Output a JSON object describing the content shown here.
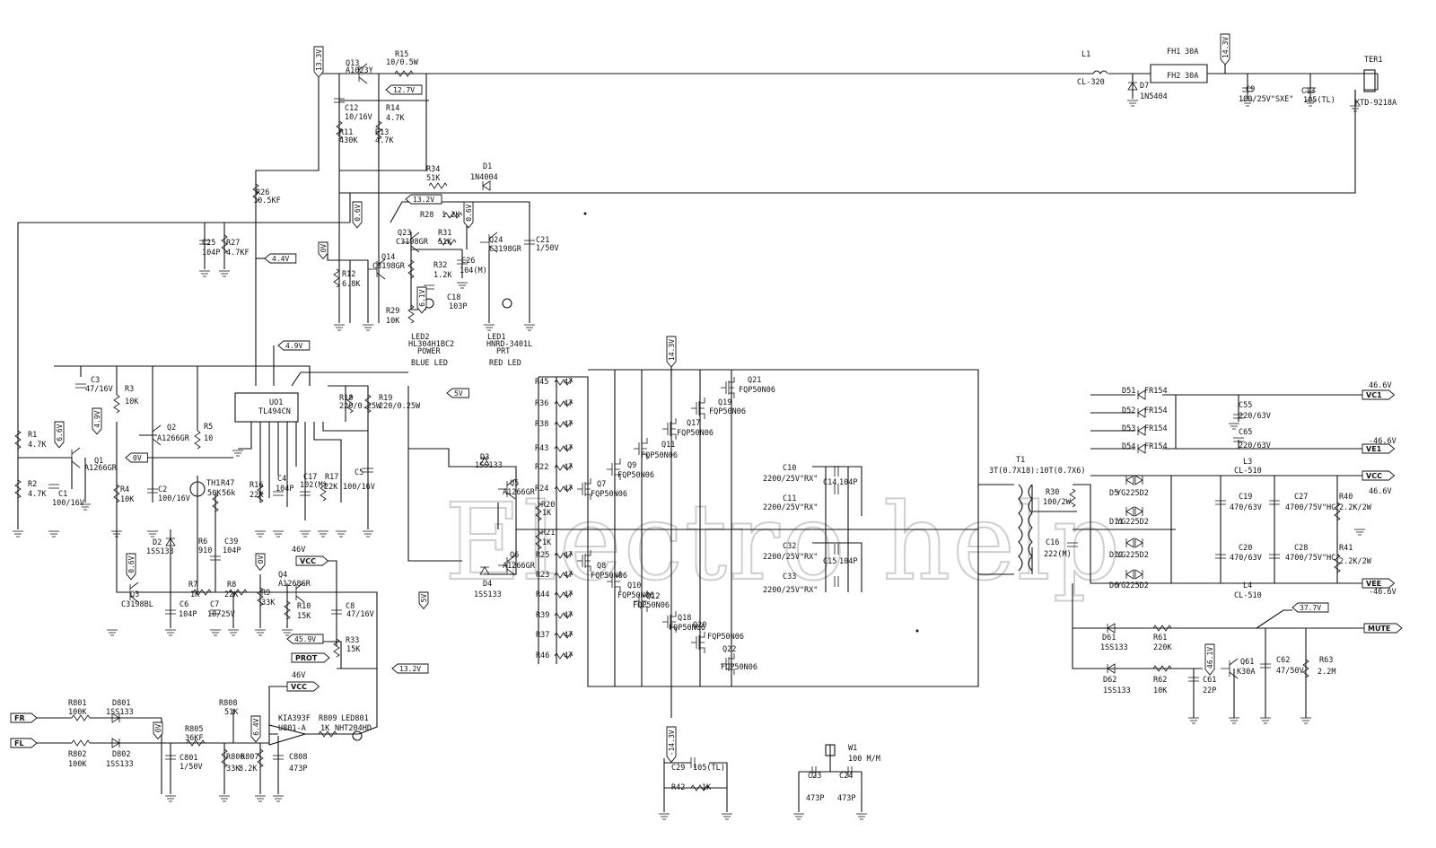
{
  "watermark": "Electro help",
  "flags": [
    {
      "text": "13.3V"
    },
    {
      "text": "14.3V"
    },
    {
      "text": "12.7V"
    },
    {
      "text": "0.6V"
    },
    {
      "text": "13.2V"
    },
    {
      "text": "0.6V"
    },
    {
      "text": "0V"
    },
    {
      "text": "4.4V"
    },
    {
      "text": "6.1V"
    },
    {
      "text": "4.9V"
    },
    {
      "text": "5V"
    },
    {
      "text": "6.6V"
    },
    {
      "text": "4.9V"
    },
    {
      "text": "0V"
    },
    {
      "text": "0.6V"
    },
    {
      "text": "0V"
    },
    {
      "text": "45.9V"
    },
    {
      "text": "13.2V"
    },
    {
      "text": "14.3V"
    },
    {
      "text": "-14.3V"
    },
    {
      "text": "5V"
    },
    {
      "text": "0V"
    },
    {
      "text": "6.4V"
    },
    {
      "text": "37.7V"
    },
    {
      "text": "46.1V"
    }
  ],
  "ports": [
    {
      "text": "VC1"
    },
    {
      "text": "VE1"
    },
    {
      "text": "VCC"
    },
    {
      "text": "VEE"
    },
    {
      "text": "MUTE"
    },
    {
      "text": "VCC"
    },
    {
      "text": "PROT"
    },
    {
      "text": "VCC"
    },
    {
      "text": "FR"
    },
    {
      "text": "FL"
    }
  ],
  "rail_labels": [
    "46.6V",
    "-46.6V",
    "46.6V",
    "-46.6V",
    "46V",
    "46V"
  ],
  "labels": [
    "Q13",
    "A1023Y",
    "R15",
    "10/0.5W",
    "C12",
    "10/16V",
    "R14",
    "4.7K",
    "R11",
    "430K",
    "R13",
    "4.7K",
    "R26",
    "10.5KF",
    "R34",
    "51K",
    "D1",
    "1N4004",
    "R28",
    "1.2K",
    "C25",
    "104P",
    "R27",
    "4.7KF",
    "Q23",
    "C3198GR",
    "R31",
    "51K",
    "Q24",
    "C3198GR",
    "C21",
    "1/50V",
    "Q14",
    "C3198GR",
    "R12",
    "6.8K",
    "R32",
    "1.2K",
    "C26",
    "104(M)",
    "C18",
    "103P",
    "R29",
    "10K",
    "LED2",
    "HL304H1BC2",
    "POWER",
    "BLUE LED",
    "LED1",
    "HNRD-3401L",
    "PRT",
    "RED LED",
    "UO1",
    "TL494CN",
    "C3",
    "47/16V",
    "R3",
    "10K",
    "R18",
    "220/0.25W",
    "R19",
    "220/0.25W",
    "R1",
    "4.7K",
    "R2",
    "4.7K",
    "Q1",
    "A1266GR",
    "C1",
    "100/16V",
    "Q2",
    "A1266GR",
    "R5",
    "10",
    "C2",
    "100/16V",
    "R4",
    "10K",
    "TH1",
    "50K",
    "R47",
    "56k",
    "R16",
    "22K",
    "C4",
    "104P",
    "C17",
    "102(M)",
    "R17",
    "22K",
    "C5",
    "100/16V",
    "D2",
    "1SS133",
    "R6",
    "910",
    "C39",
    "104P",
    "R7",
    "1K",
    "R8",
    "22K",
    "R9",
    "33K",
    "Q3",
    "C3198BL",
    "C6",
    "104P",
    "C7",
    "10/25V",
    "Q4",
    "A1268GR",
    "R10",
    "15K",
    "C8",
    "47/16V",
    "R33",
    "15K",
    "D3",
    "1SS133",
    "Q5",
    "A1266GR",
    "D4",
    "1SS133",
    "Q6",
    "A1266GR",
    "R20",
    "1K",
    "R21",
    "1K",
    "R45",
    "47",
    "R36",
    "47",
    "R38",
    "47",
    "R43",
    "47",
    "R22",
    "47",
    "R24",
    "47",
    "R25",
    "47",
    "R23",
    "47",
    "R44",
    "47",
    "R39",
    "47",
    "R37",
    "47",
    "R46",
    "47",
    "Q21",
    "FQP50N06",
    "Q19",
    "FQP50N06",
    "Q17",
    "FQP50N06",
    "Q11",
    "FQP50N06",
    "Q9",
    "FQP50N06",
    "Q7",
    "FQP50N06",
    "Q8",
    "FQP50N06",
    "Q10",
    "FQP50N06",
    "Q12",
    "FQP50N06",
    "Q18",
    "FQP50N06",
    "Q20",
    "FQP50N06",
    "Q22",
    "FQP50N06",
    "C10",
    "2200/25V\"RX\"",
    "C11",
    "2200/25V\"RX\"",
    "C32",
    "2200/25V\"RX\"",
    "C33",
    "2200/25V\"RX\"",
    "C14",
    "104P",
    "C15",
    "104P",
    "T1",
    "3T(0.7X18):10T(0.7X6)",
    "R30",
    "100/2W",
    "C16",
    "222(M)",
    "L1",
    "CL-320",
    "D7",
    "1N5404",
    "FH1",
    "30A",
    "FH2",
    "30A",
    "C9",
    "100/25V\"SXE\"",
    "C13",
    "105(TL)",
    "TER1",
    "KTD-9218A",
    "D51",
    "FR154",
    "D52",
    "FR154",
    "D53",
    "FR154",
    "D54",
    "FR154",
    "C55",
    "220/63V",
    "C65",
    "220/63V",
    "L3",
    "CL-510",
    "D5",
    "YG225D2",
    "D11",
    "YG225D2",
    "D12",
    "YG225D2",
    "D6",
    "YG225D2",
    "C19",
    "470/63V",
    "C27",
    "4700/75V\"HC\"",
    "R40",
    "2.2K/2W",
    "C20",
    "470/63V",
    "C28",
    "4700/75V\"HC\"",
    "R41",
    "2.2K/2W",
    "L4",
    "CL-510",
    "D61",
    "1SS133",
    "R61",
    "220K",
    "D62",
    "1SS133",
    "R62",
    "10K",
    "C61",
    "22P",
    "Q61",
    "K30A",
    "C62",
    "47/50V",
    "R63",
    "2.2M",
    "R801",
    "100K",
    "D801",
    "1SS133",
    "R802",
    "100K",
    "D802",
    "1SS133",
    "R805",
    "36KF",
    "C801",
    "1/50V",
    "R806",
    "33K",
    "R807",
    "8.2K",
    "C808",
    "473P",
    "R808",
    "51K",
    "KIA393F",
    "U801-A",
    "R809",
    "1K",
    "LED801",
    "NHT204HD",
    "C29",
    "105(TL)",
    "R42",
    "1K",
    "W1",
    "100 M/M",
    "C23",
    "473P",
    "C24",
    "473P"
  ]
}
